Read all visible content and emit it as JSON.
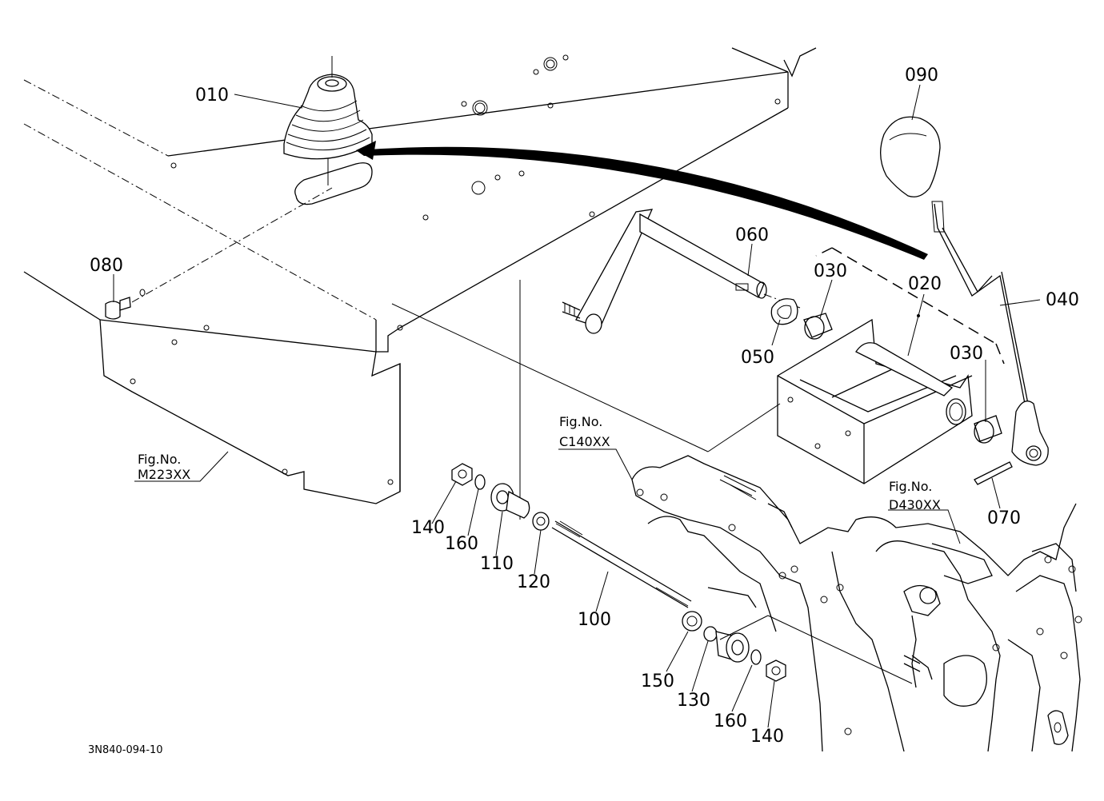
{
  "drawing_number": "3N840-094-10",
  "fig_refs": {
    "m223": {
      "prefix": "Fig.No.",
      "code": "M223XX"
    },
    "c140": {
      "prefix": "Fig.No.",
      "code": "C140XX"
    },
    "d430": {
      "prefix": "Fig.No.",
      "code": "D430XX"
    }
  },
  "parts": {
    "p010": "010",
    "p020": "020",
    "p030a": "030",
    "p030b": "030",
    "p040": "040",
    "p050": "050",
    "p060": "060",
    "p070": "070",
    "p080": "080",
    "p090": "090",
    "p100": "100",
    "p110": "110",
    "p120": "120",
    "p130": "130",
    "p140a": "140",
    "p140b": "140",
    "p150": "150",
    "p160a": "160",
    "p160b": "160"
  }
}
